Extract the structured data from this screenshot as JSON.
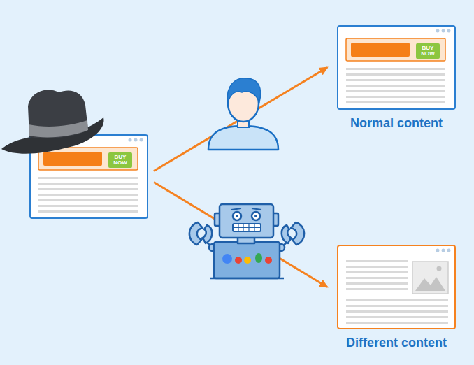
{
  "diagram": {
    "nodes": [
      {
        "text": []
      },
      {
        "text": [
          "BUY NOW"
        ],
        "in": 0
      },
      {
        "text": [
          "Normal content"
        ]
      },
      {
        "text": [
          "BUY NOW"
        ],
        "in": 2
      },
      {
        "text": [
          "Different content"
        ]
      }
    ],
    "edges": [
      {
        "from": 0,
        "to": 2,
        "arrow": "to"
      },
      {
        "from": 0,
        "to": 4,
        "arrow": "to"
      }
    ]
  }
}
